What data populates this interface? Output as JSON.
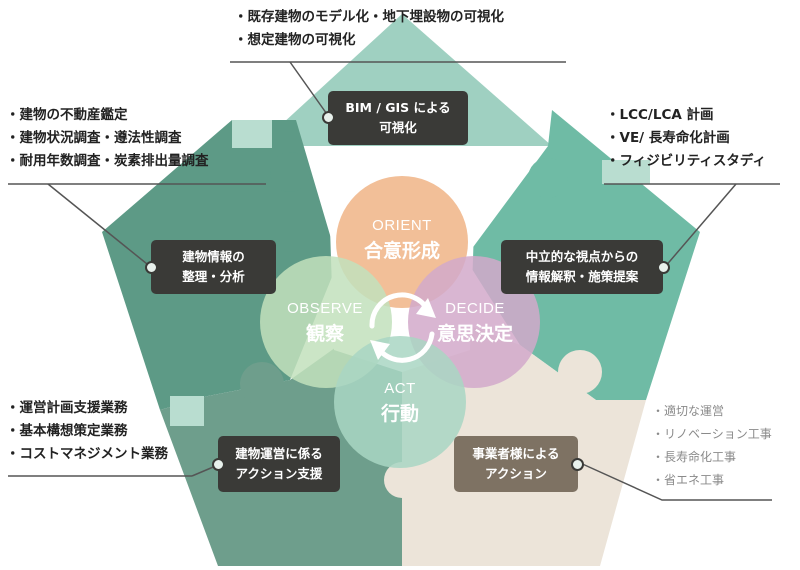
{
  "colors": {
    "puzzle_top": "#9fd0c1",
    "puzzle_left": "#5d9a86",
    "puzzle_right": "#6fbba5",
    "puzzle_bottom_left": "#6e9e8c",
    "puzzle_bottom_right": "#ece4d9",
    "dark_box": "#3a3a37",
    "brown_box": "#7e7263",
    "orient": "#f0b486",
    "decide": "#d2a9ca",
    "observe": "#c2e1bc",
    "act": "#a9d6c3"
  },
  "lists": {
    "top": [
      "既存建物のモデル化・地下埋設物の可視化",
      "想定建物の可視化"
    ],
    "left": [
      "建物の不動産鑑定",
      "建物状況調査・遵法性調査",
      "耐用年数調査・炭素排出量調査"
    ],
    "right": [
      "LCC/LCA 計画",
      "VE/ 長寿命化計画",
      "フィジビリティスタディ"
    ],
    "bottom_left": [
      "運営計画支援業務",
      "基本構想策定業務",
      "コストマネジメント業務"
    ],
    "bottom_right": [
      "適切な運営",
      "リノベーション工事",
      "長寿命化工事",
      "省エネ工事"
    ]
  },
  "nodes": {
    "bim_gis": [
      "BIM / GIS による",
      "可視化"
    ],
    "info": [
      "建物情報の",
      "整理・分析"
    ],
    "neutral": [
      "中立的な視点からの",
      "情報解釈・施策提案"
    ],
    "operation": [
      "建物運営に係る",
      "アクション支援"
    ],
    "business": [
      "事業者様による",
      "アクション"
    ]
  },
  "ooda": {
    "orient": {
      "en": "ORIENT",
      "jp": "合意形成"
    },
    "observe": {
      "en": "OBSERVE",
      "jp": "観察"
    },
    "decide": {
      "en": "DECIDE",
      "jp": "意思決定"
    },
    "act": {
      "en": "ACT",
      "jp": "行動"
    }
  },
  "icon": "cycle-arrows-icon"
}
